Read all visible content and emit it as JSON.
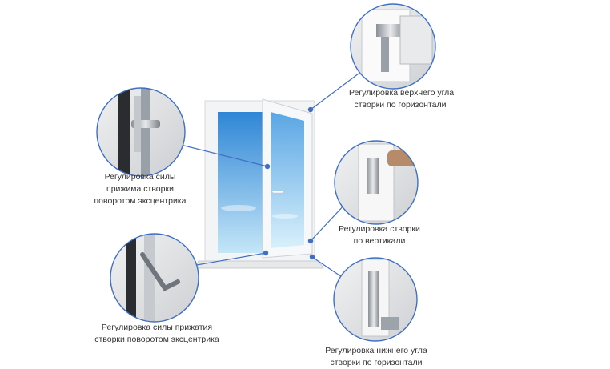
{
  "colors": {
    "accent": "#3f6fc4",
    "text": "#333333",
    "frame": "#f2f3f4",
    "sky_top": "#2f86d6",
    "sky_bottom": "#bfe3f7"
  },
  "callouts": [
    {
      "id": "top-corner",
      "lines": [
        "Регулировка верхнего угла",
        "створки по горизонтали"
      ]
    },
    {
      "id": "clamp-force-upper",
      "lines": [
        "Регулировка силы",
        "прижима створки",
        "поворотом эксцентрика"
      ]
    },
    {
      "id": "vertical",
      "lines": [
        "Регулировка створки",
        "по вертикали"
      ]
    },
    {
      "id": "clamp-force-lower",
      "lines": [
        "Регулировка силы прижатия",
        "створки поворотом эксцентрика"
      ]
    },
    {
      "id": "bottom-corner",
      "lines": [
        "Регулировка нижнего угла",
        "створки по горизонтали"
      ]
    }
  ],
  "detail_icons": [
    "hinge-top-icon",
    "eccentric-pin-icon",
    "hinge-vertical-icon",
    "hex-key-icon",
    "hinge-bottom-icon"
  ]
}
